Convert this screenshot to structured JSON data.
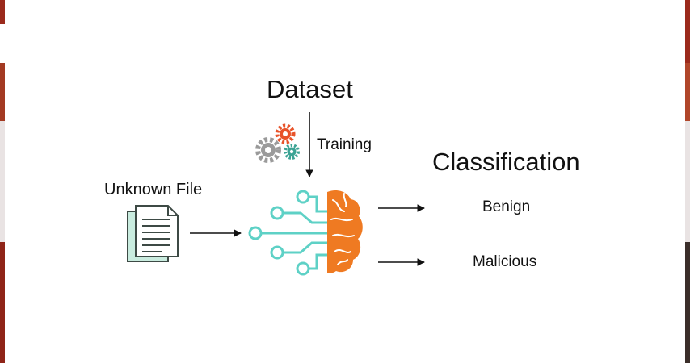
{
  "title": "Dataset",
  "training_label": "Training",
  "input_label": "Unknown File",
  "output_title": "Classification",
  "outputs": [
    "Benign",
    "Malicious"
  ],
  "icons": [
    "document-icon",
    "gears-icon",
    "neural-brain-icon"
  ],
  "colors": {
    "brain": "#ef7a22",
    "circuit": "#5ed1c6",
    "document_fill": "#c9ecdf",
    "document_stroke": "#3d4a45",
    "gear_orange": "#e8532a",
    "gear_gray": "#9a9a9a",
    "gear_teal": "#3ca394",
    "arrow": "#111111",
    "edge": "#9b2a1c"
  }
}
